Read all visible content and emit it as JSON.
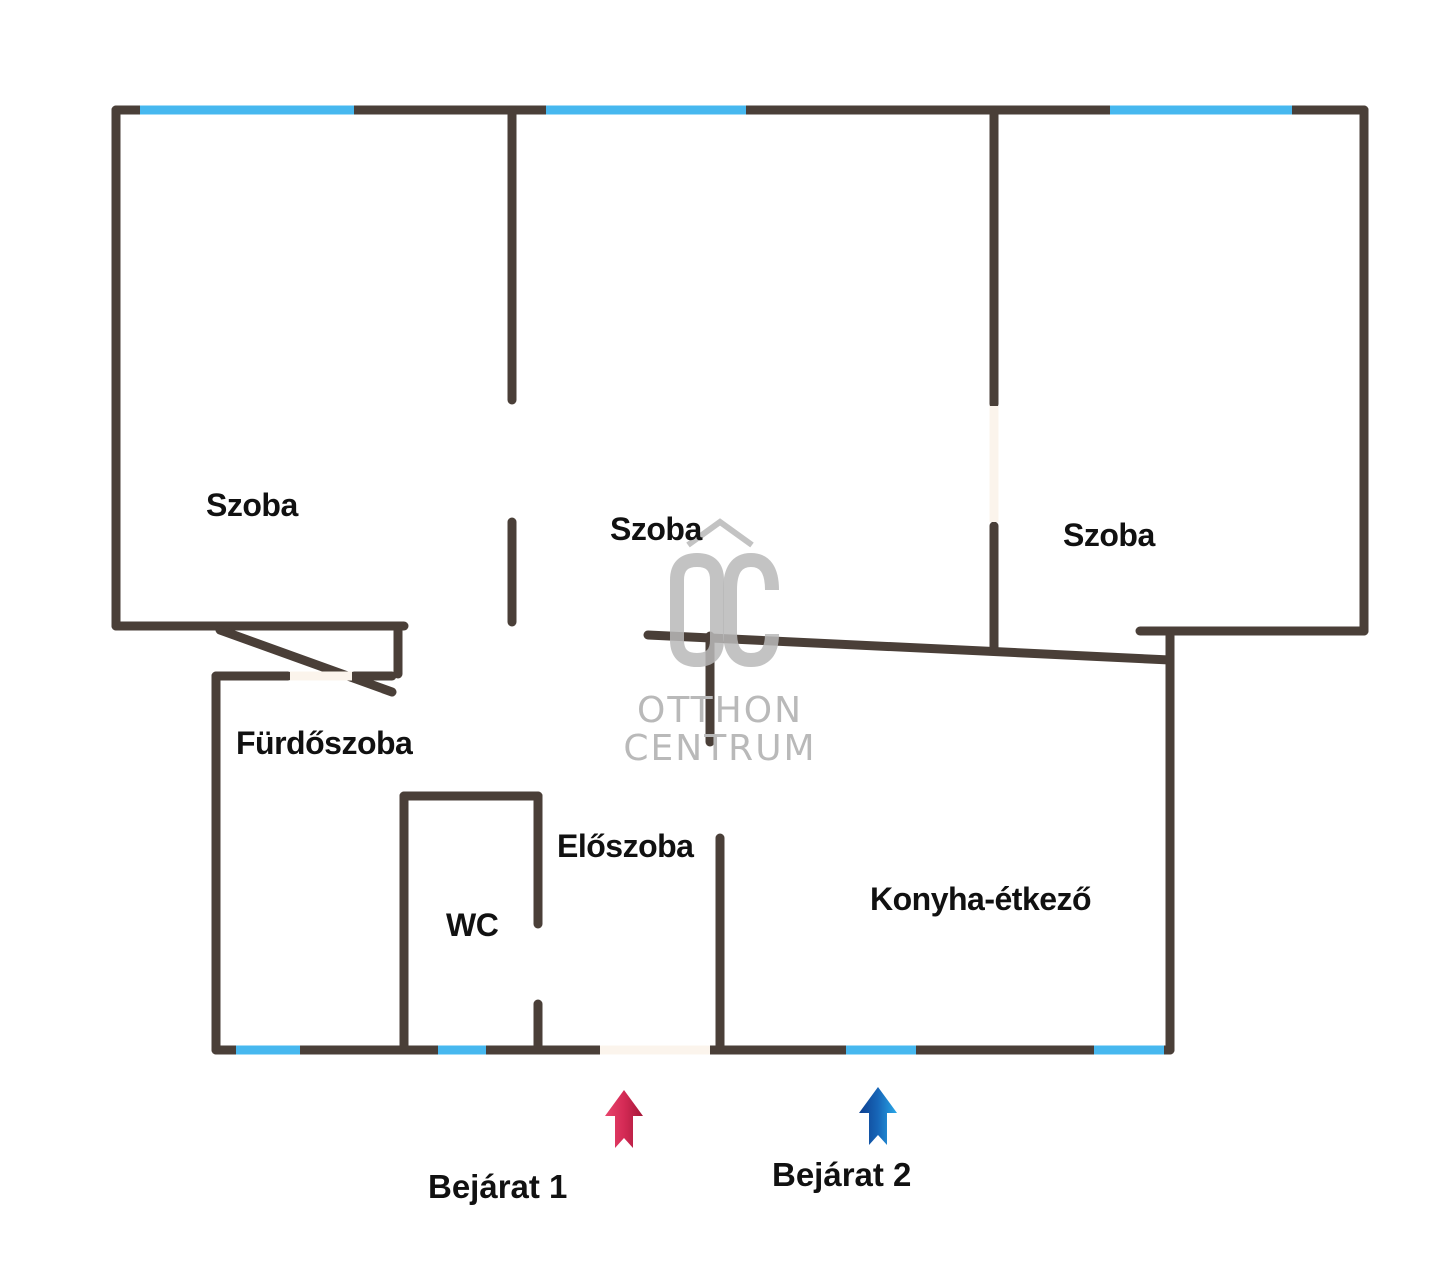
{
  "rooms": {
    "room_left": "Szoba",
    "room_center": "Szoba",
    "room_right": "Szoba",
    "bathroom": "Fürdőszoba",
    "wc": "WC",
    "hallway": "Előszoba",
    "kitchen": "Konyha-étkező"
  },
  "entrances": {
    "entrance_1": "Bejárat 1",
    "entrance_2": "Bejárat 2"
  },
  "logo": {
    "line1": "OTTHON",
    "line2": "CENTRUM"
  },
  "colors": {
    "wall": "#4a3f38",
    "window": "#47b8ef",
    "door": "#fbf4ec",
    "entrance_1_arrow": "#d42a55",
    "entrance_2_arrow": "#1c8fd6",
    "logo": "#b9b9b9"
  }
}
